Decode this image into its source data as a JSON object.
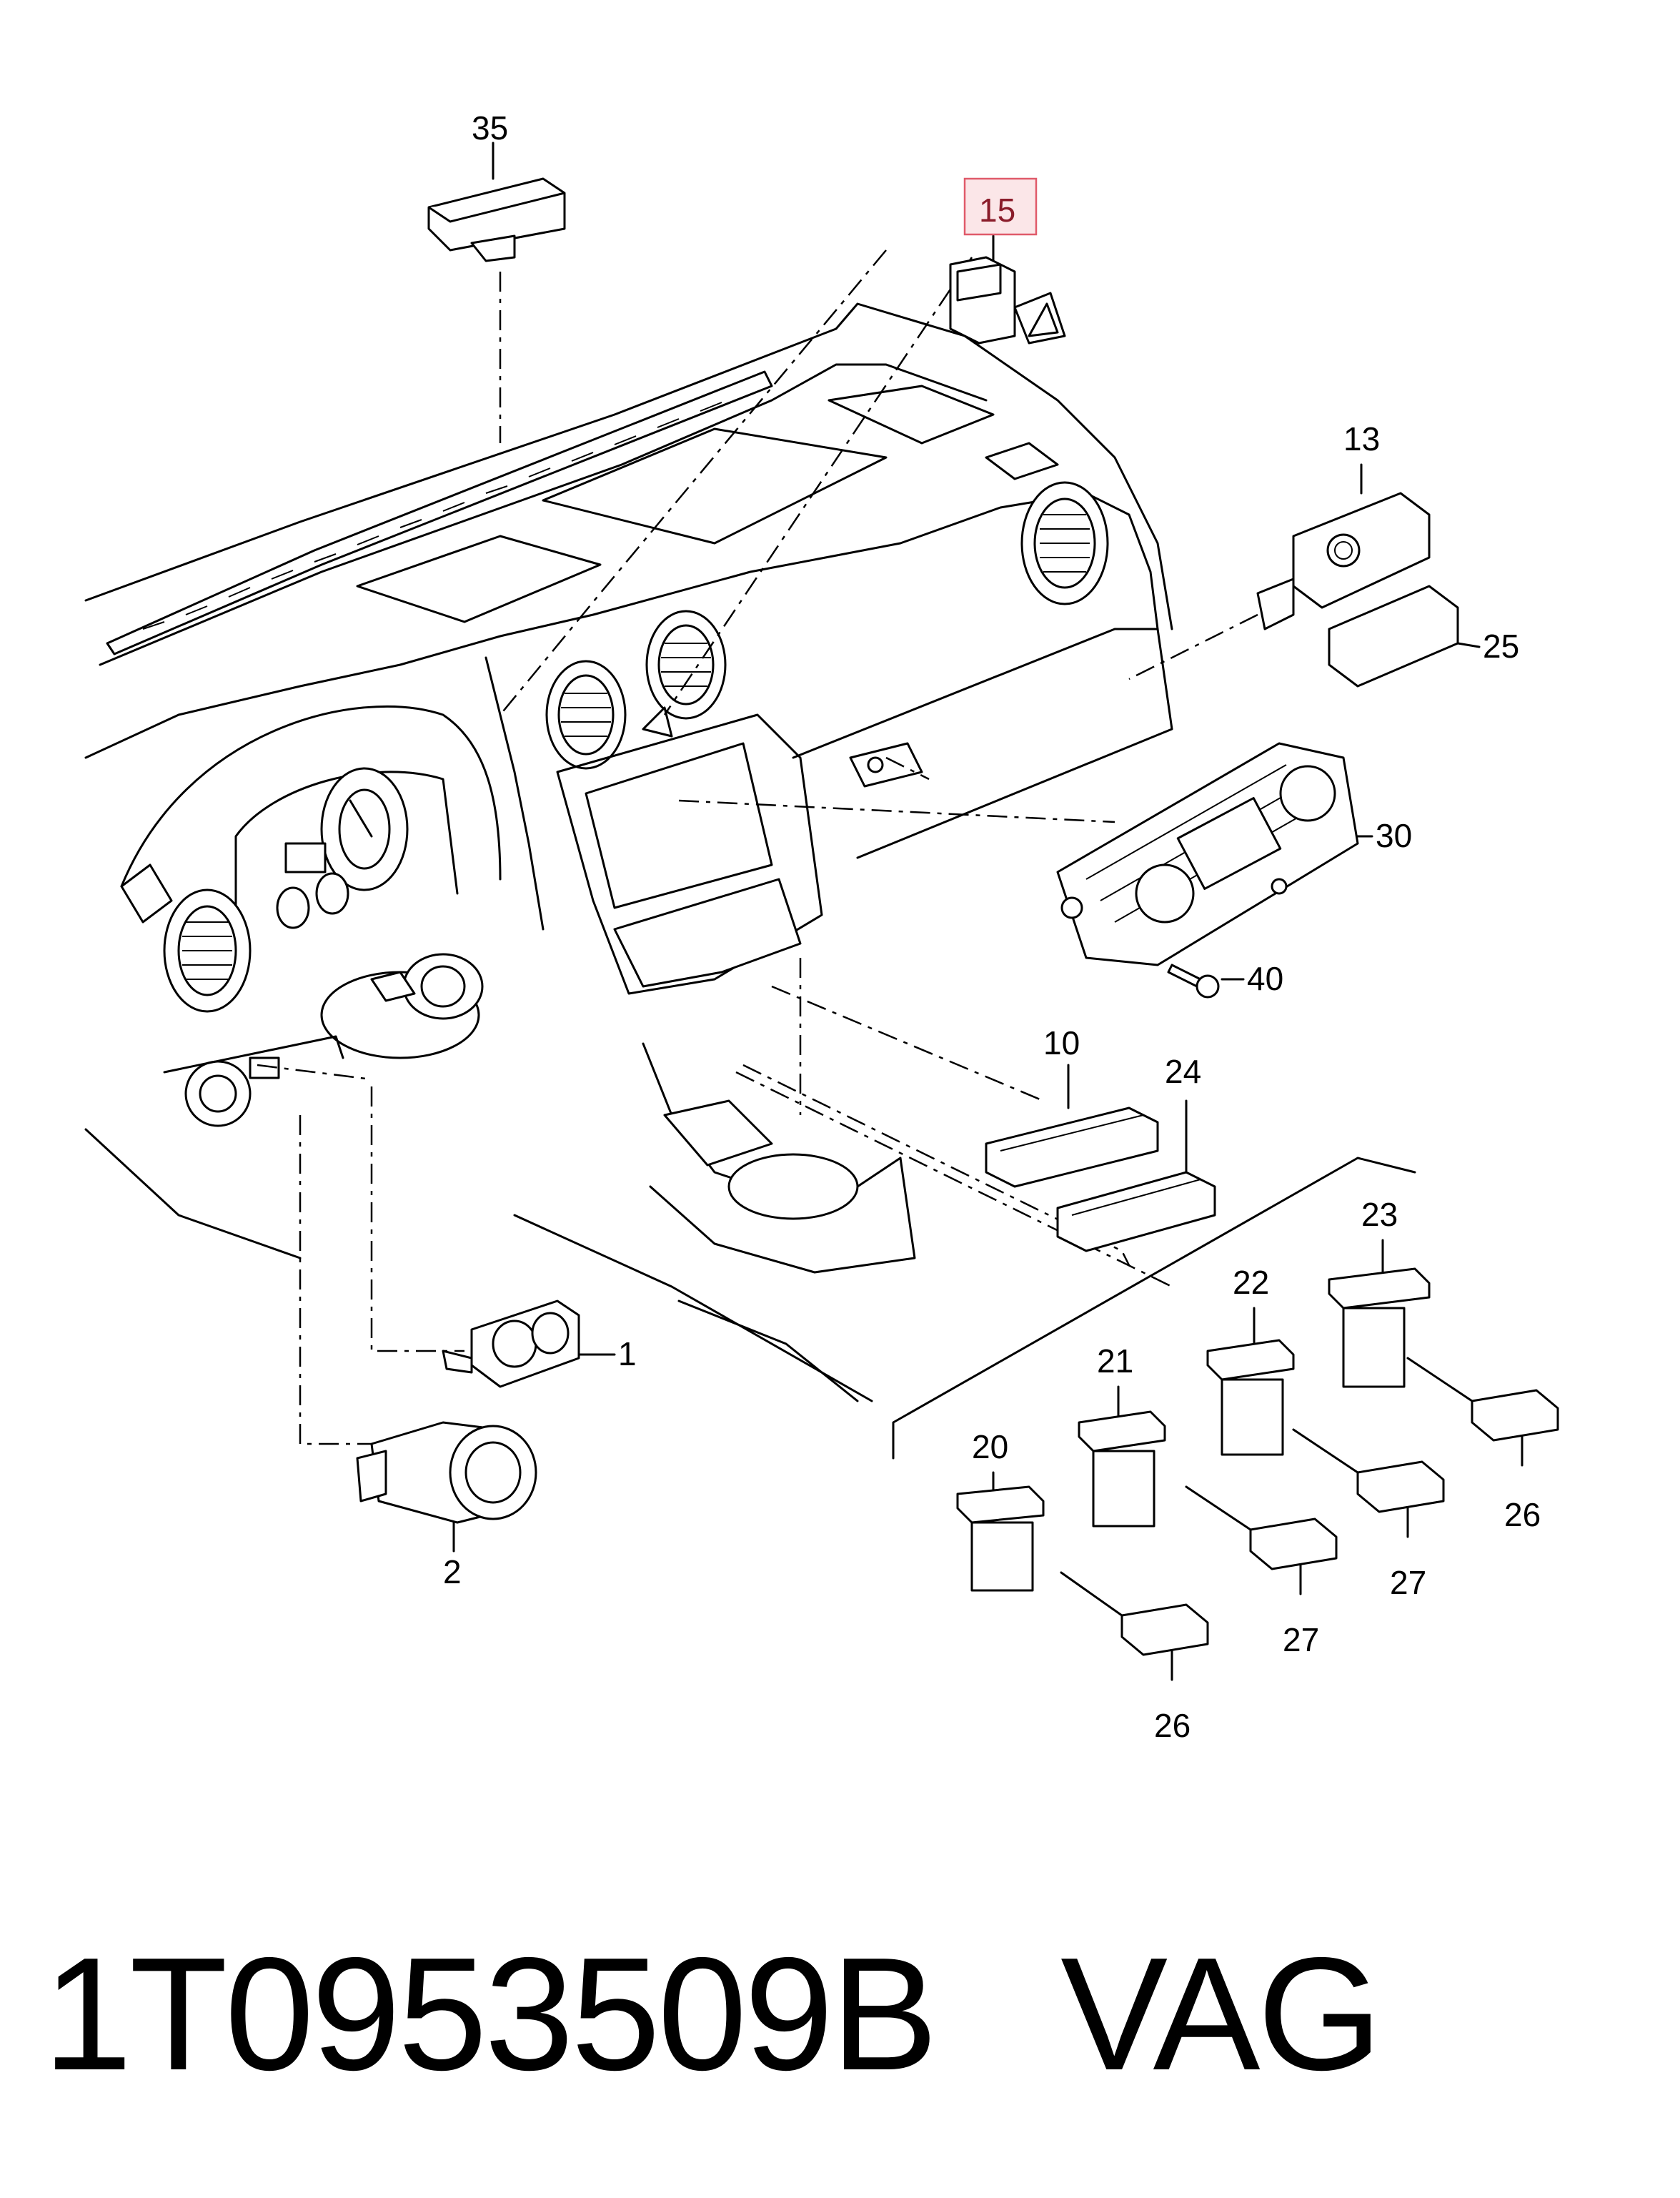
{
  "highlight_color": "#e05a6a",
  "callouts": {
    "c1": "1",
    "c2": "2",
    "c10": "10",
    "c13": "13",
    "c15": "15",
    "c20": "20",
    "c21": "21",
    "c22": "22",
    "c23": "23",
    "c24": "24",
    "c25": "25",
    "c26a": "26",
    "c26b": "26",
    "c27a": "27",
    "c27b": "27",
    "c30": "30",
    "c35": "35",
    "c40": "40"
  },
  "highlighted_part": "15",
  "caption": {
    "part_number": "1T0953509B",
    "brand": "VAG"
  }
}
